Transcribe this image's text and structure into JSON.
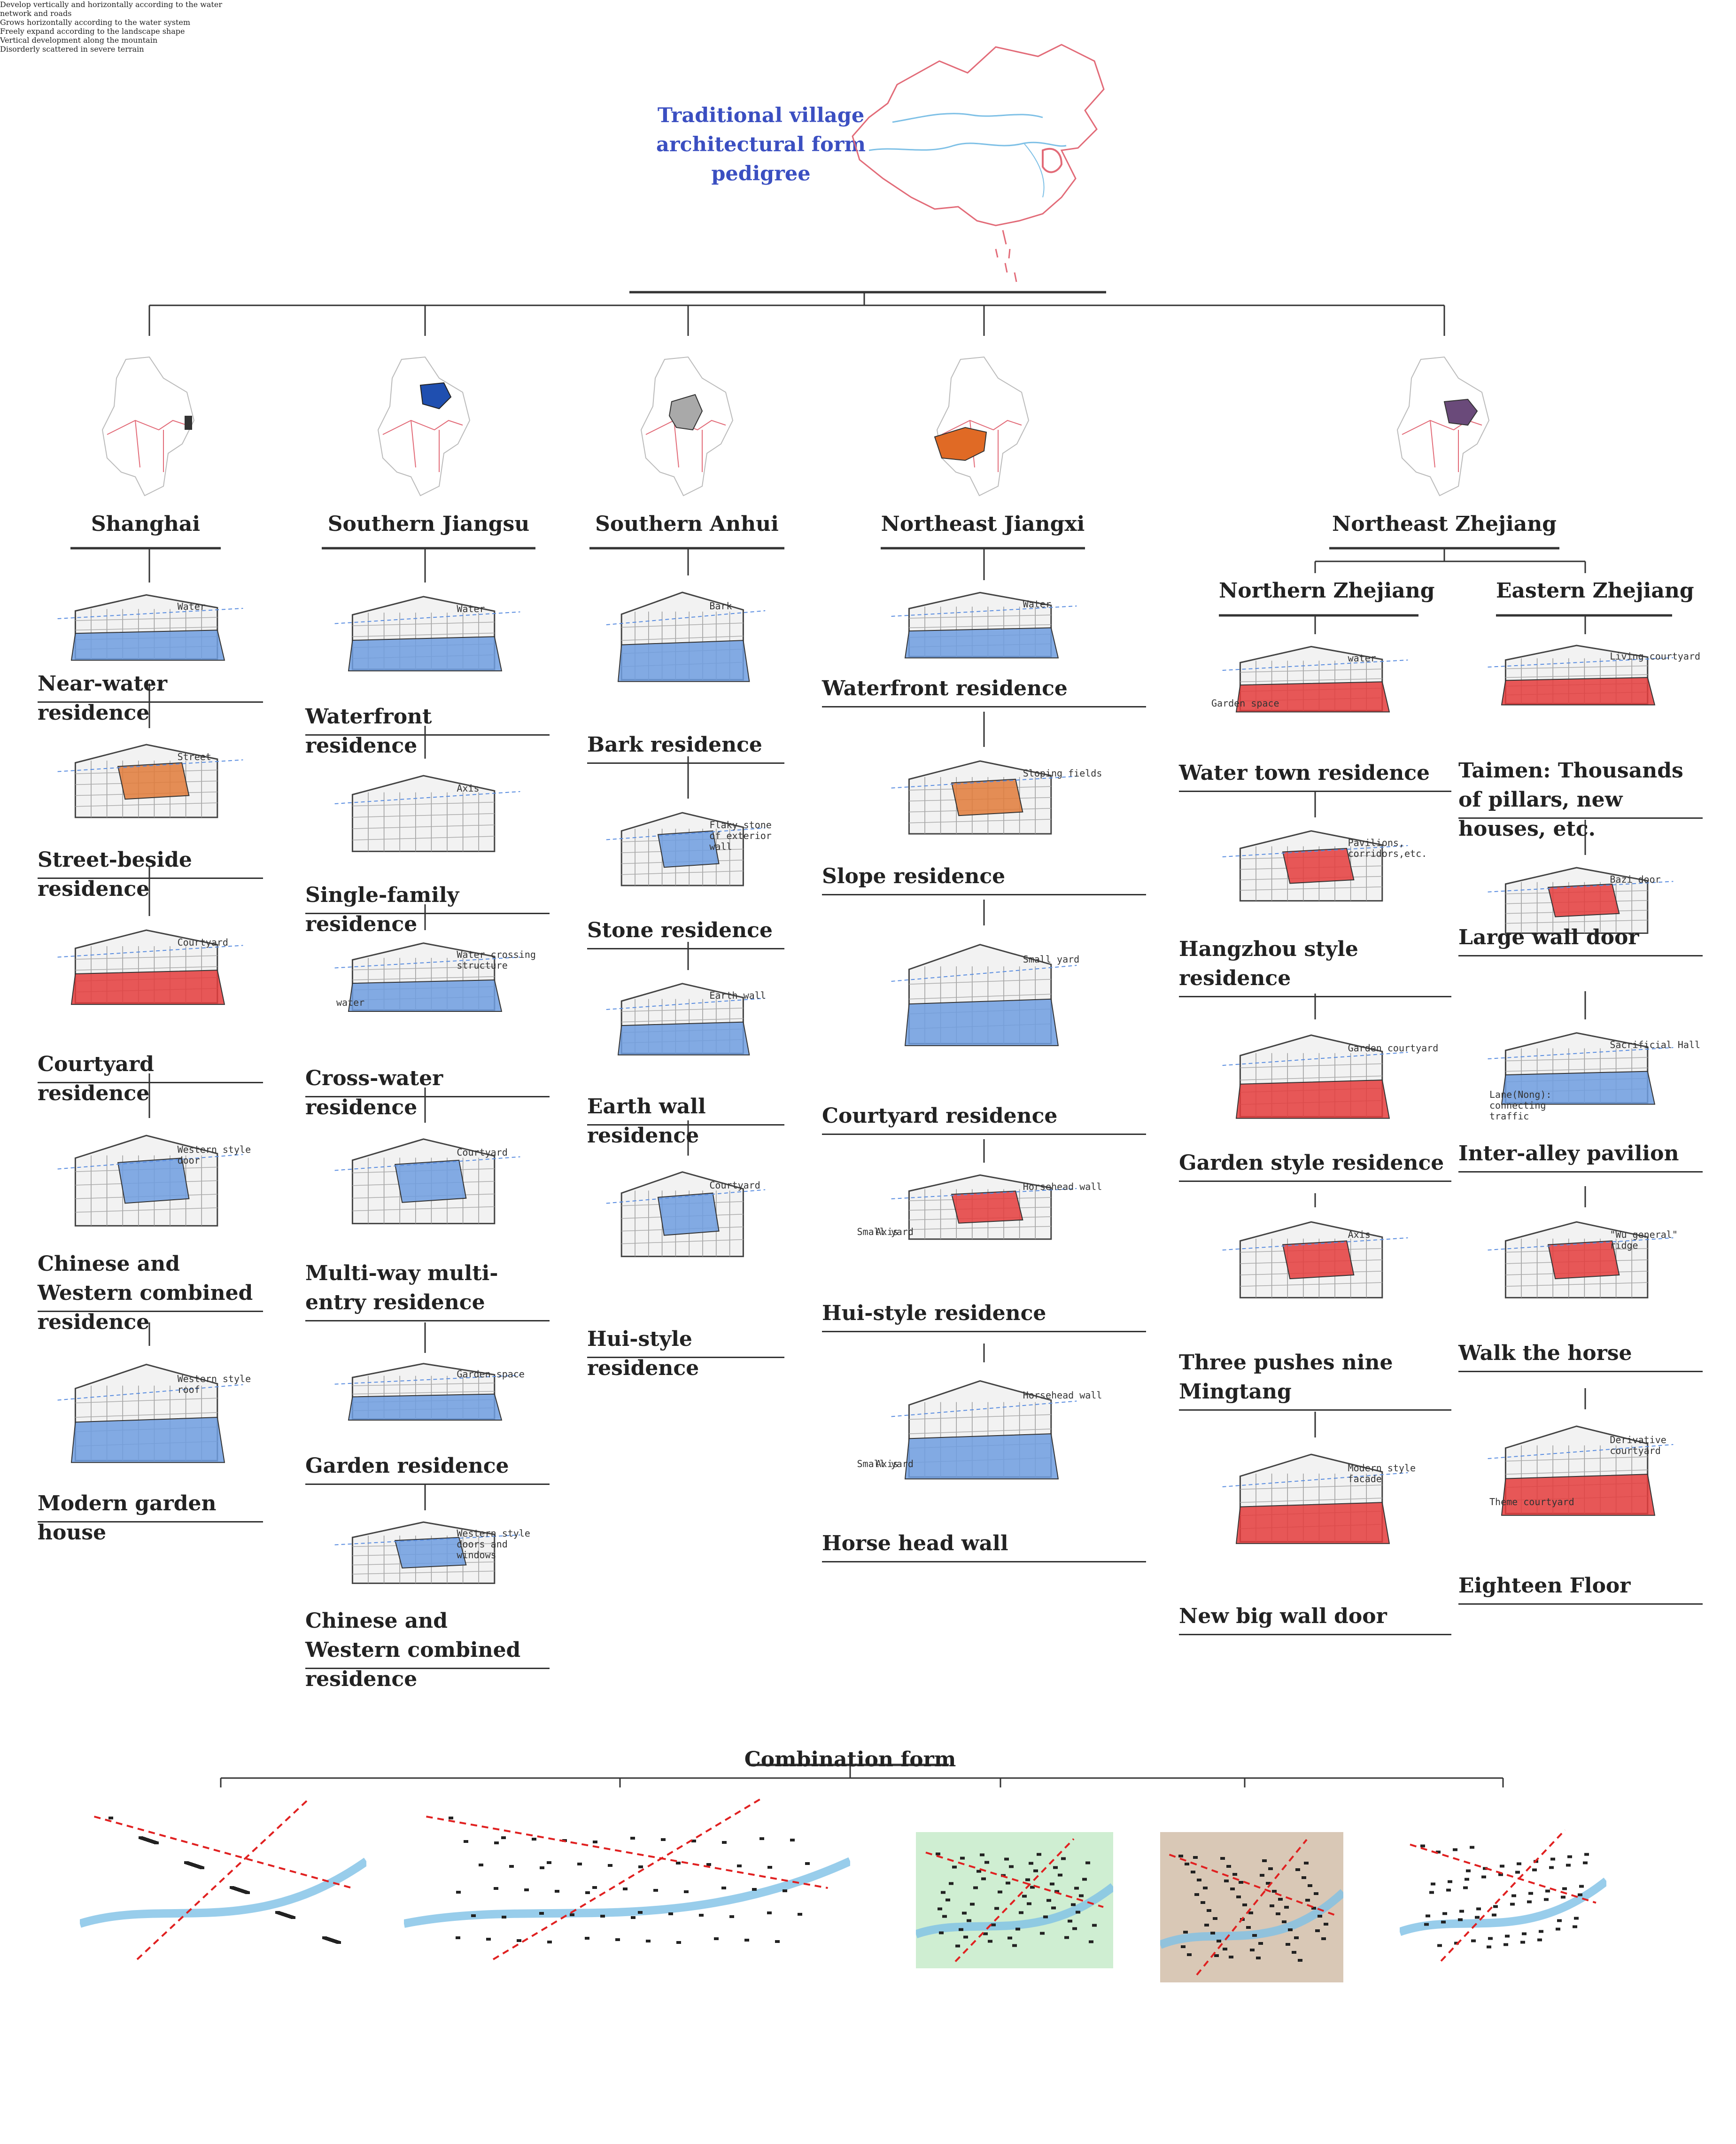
{
  "title": "Traditional village architectural form pedigree",
  "regions": [
    {
      "name": "Shanghai",
      "color": "#9aa0a8"
    },
    {
      "name": "Southern Jiangsu",
      "color": "#1f4fb0"
    },
    {
      "name": "Southern Anhui",
      "color": "#a9a9a9"
    },
    {
      "name": "Northeast Jiangxi",
      "color": "#e06a25"
    },
    {
      "name": "Northeast Zhejiang",
      "color": "#6a4a7a"
    }
  ],
  "subregions": [
    "Northern Zhejiang",
    "Eastern Zhejiang"
  ],
  "columns": {
    "shanghai": [
      {
        "label": "Near-water residence",
        "notes": [
          "Water"
        ],
        "hl": "blue"
      },
      {
        "label": "Street-beside residence",
        "notes": [
          "Street"
        ],
        "hl": "orange"
      },
      {
        "label": "Courtyard residence",
        "notes": [
          "Courtyard"
        ],
        "hl": "red"
      },
      {
        "label": "Chinese and Western combined residence",
        "notes": [
          "Western style door"
        ],
        "hl": "blue"
      },
      {
        "label": "Modern garden house",
        "notes": [
          "Western style roof"
        ],
        "hl": "blue"
      }
    ],
    "jiangsu": [
      {
        "label": "Waterfront residence",
        "notes": [
          "Water"
        ],
        "hl": "blue"
      },
      {
        "label": "Single-family residence",
        "notes": [
          "Axis"
        ],
        "hl": "none"
      },
      {
        "label": "Cross-water residence",
        "notes": [
          "Water crossing structure",
          "water"
        ],
        "hl": "blue"
      },
      {
        "label": "Multi-way multi-entry residence",
        "notes": [
          "Courtyard"
        ],
        "hl": "blue"
      },
      {
        "label": "Garden residence",
        "notes": [
          "Garden space"
        ],
        "hl": "blue"
      },
      {
        "label": "Chinese and Western combined residence",
        "notes": [
          "Western style doors and windows"
        ],
        "hl": "blue"
      }
    ],
    "anhui": [
      {
        "label": "Bark residence",
        "notes": [
          "Bark"
        ],
        "hl": "blue"
      },
      {
        "label": "Stone residence",
        "notes": [
          "Flaky stone of exterior wall"
        ],
        "hl": "blue"
      },
      {
        "label": "Earth wall residence",
        "notes": [
          "Earth wall"
        ],
        "hl": "blue"
      },
      {
        "label": "Hui-style residence",
        "notes": [
          "Courtyard"
        ],
        "hl": "blue"
      }
    ],
    "jiangxi": [
      {
        "label": "Waterfront residence",
        "notes": [
          "Water"
        ],
        "hl": "blue"
      },
      {
        "label": "Slope residence",
        "notes": [
          "Sloping fields"
        ],
        "hl": "orange"
      },
      {
        "label": "Courtyard residence",
        "notes": [
          "Small yard"
        ],
        "hl": "blue"
      },
      {
        "label": "Hui-style residence",
        "notes": [
          "Horsehead wall",
          "Small yard",
          "Axis"
        ],
        "hl": "red"
      },
      {
        "label": "Horse head wall",
        "notes": [
          "Horsehead wall",
          "Small yard",
          "Axis"
        ],
        "hl": "blue"
      }
    ],
    "nzhejiang": [
      {
        "label": "Water town residence",
        "notes": [
          "water",
          "Garden space"
        ],
        "hl": "red"
      },
      {
        "label": "Hangzhou style residence",
        "notes": [
          "Pavilions, corridors,etc."
        ],
        "hl": "red"
      },
      {
        "label": "Garden style residence",
        "notes": [
          "Garden courtyard"
        ],
        "hl": "red"
      },
      {
        "label": "Three pushes nine Mingtang",
        "notes": [
          "Axis"
        ],
        "hl": "red"
      },
      {
        "label": "New big wall door",
        "notes": [
          "Modern style facade"
        ],
        "hl": "red"
      }
    ],
    "ezhejiang": [
      {
        "label": "Taimen: Thousands of pillars, new houses, etc.",
        "notes": [
          "Living courtyard"
        ],
        "hl": "red"
      },
      {
        "label": "Large wall door",
        "notes": [
          "Bazi door"
        ],
        "hl": "red"
      },
      {
        "label": "Inter-alley pavilion",
        "notes": [
          "Sacrificial Hall",
          "Lane(Nong): connecting traffic"
        ],
        "hl": "blue"
      },
      {
        "label": "Walk the horse",
        "notes": [
          "\"Wu general\" ridge"
        ],
        "hl": "red"
      },
      {
        "label": "Eighteen Floor",
        "notes": [
          "Derivative courtyard",
          "Theme courtyard"
        ],
        "hl": "red"
      }
    ]
  },
  "combination": {
    "title": "Combination form",
    "items": [
      {
        "label": "Develop vertically and horizontally according to the water network and roads",
        "bg": "#ffffff"
      },
      {
        "label": "Grows horizontally according to the water system",
        "bg": "#ffffff"
      },
      {
        "label": "Freely expand according to the landscape shape",
        "bg": "#cfeed2"
      },
      {
        "label": "Vertical development along the mountain",
        "bg": "#d9c8b6"
      },
      {
        "label": "Disorderly scattered in severe terrain",
        "bg": "#ffffff"
      }
    ]
  },
  "colors": {
    "blue": "#6f9ee0",
    "red": "#e53c3c",
    "orange": "#e27b3a",
    "title": "#3b4fc1",
    "river": "#7ec0e6",
    "border": "#e26b78"
  }
}
